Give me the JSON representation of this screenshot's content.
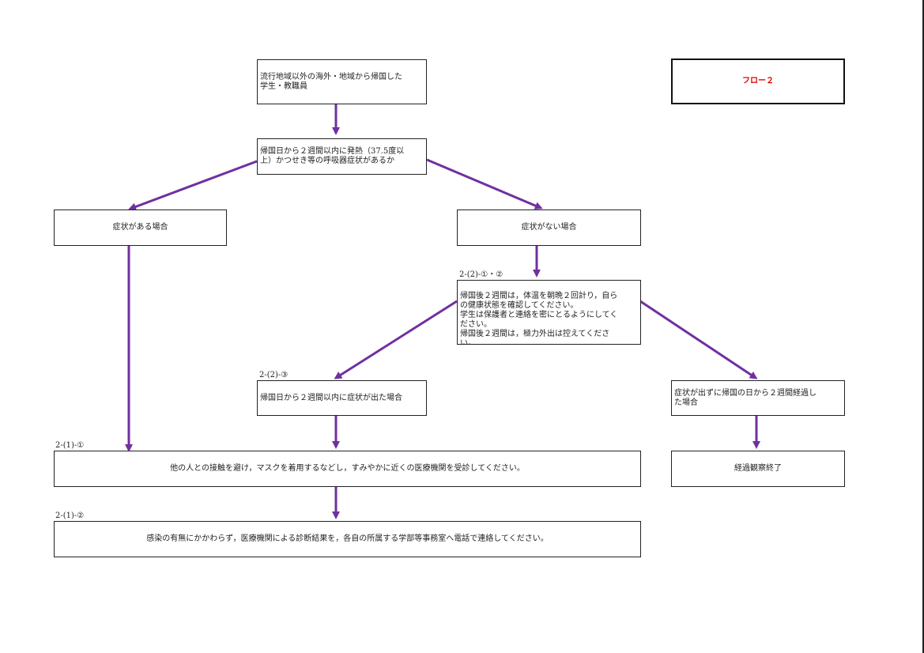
{
  "flow_title": "フロー２",
  "boxes": {
    "start": "流行地域以外の海外・地域から帰国した\n学生・教職員",
    "question": "帰国日から２週間以内に発熱（37.5度以\n上）かつせき等の呼吸器症状があるか",
    "has_symptoms": "症状がある場合",
    "no_symptoms": "症状がない場合",
    "observe": "帰国後２週間は，体温を朝晩２回計り，自ら\nの健康状態を確認してください。\n学生は保護者と連絡を密にとるようにしてく\nださい。\n帰国後２週間は，極力外出は控えてくださ\nい。",
    "symptoms_within": "帰国日から２週間以内に症状が出た場合",
    "no_symptoms_after": "症状が出ずに帰国の日から２週間経過し\nた場合",
    "end_observation": "経過観察終了",
    "consult": "他の人との接触を避け，マスクを着用するなどし，すみやかに近くの医療機関を受診してください。",
    "report": "感染の有無にかかわらず，医療機関による診断結果を，各自の所属する学部等事務室へ電話で連絡してください。"
  },
  "refs": {
    "observe": "2-(2)-①・②",
    "symptoms_within": "2-(2)-③",
    "consult": "2-(1)-①",
    "report": "2-(1)-②"
  },
  "colors": {
    "arrow": "#7030a0",
    "flow_title": "#e00000"
  }
}
